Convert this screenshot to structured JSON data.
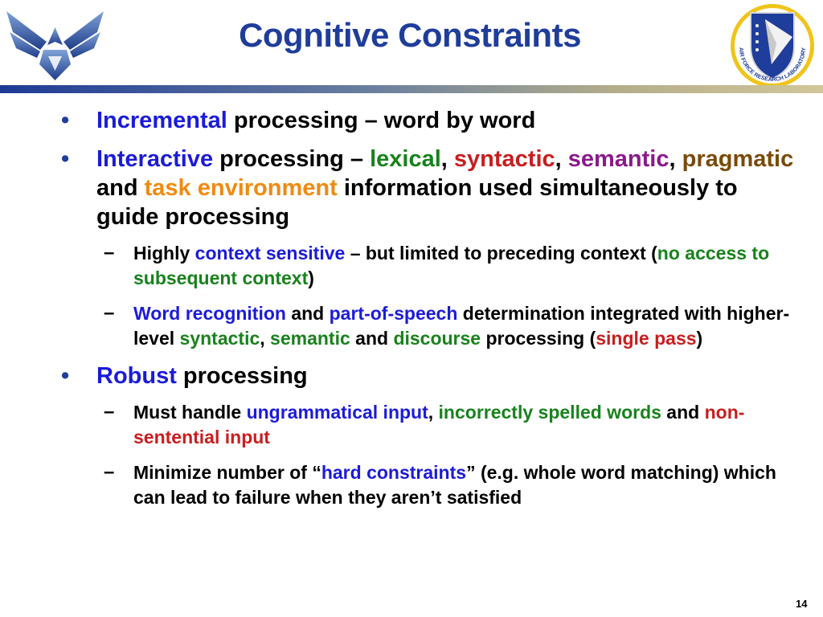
{
  "slide": {
    "title": "Cognitive Constraints",
    "page_number": "14"
  },
  "logos": {
    "left": "air-force-wings-logo",
    "right": "afrl-shield-logo",
    "right_text": "AIR FORCE RESEARCH LABORATORY"
  },
  "colors": {
    "title": "#1f3d9a",
    "blue": "#1b1bd9",
    "green": "#18821c",
    "red": "#c81e1e",
    "purple": "#8a1a8a",
    "brown": "#7a4a0a",
    "orange": "#f08a10"
  },
  "bullets": [
    {
      "marker": "•",
      "runs": [
        {
          "t": "Incremental",
          "c": "blue"
        },
        {
          "t": " processing – word by word"
        }
      ],
      "subs": []
    },
    {
      "marker": "•",
      "runs": [
        {
          "t": "Interactive",
          "c": "blue"
        },
        {
          "t": " processing – "
        },
        {
          "t": "lexical",
          "c": "green"
        },
        {
          "t": ", "
        },
        {
          "t": "syntactic",
          "c": "red"
        },
        {
          "t": ", "
        },
        {
          "t": "semantic",
          "c": "purple"
        },
        {
          "t": ", "
        },
        {
          "t": "pragmatic",
          "c": "brown"
        },
        {
          "t": " and "
        },
        {
          "t": "task environment",
          "c": "orange"
        },
        {
          "t": " information used simultaneously to guide processing"
        }
      ],
      "subs": [
        {
          "marker": "–",
          "runs": [
            {
              "t": "Highly "
            },
            {
              "t": "context sensitive",
              "c": "blue"
            },
            {
              "t": " – but limited to preceding context ("
            },
            {
              "t": "no access to subsequent context",
              "c": "green"
            },
            {
              "t": ")"
            }
          ]
        },
        {
          "marker": "–",
          "runs": [
            {
              "t": "Word recognition",
              "c": "blue"
            },
            {
              "t": " and "
            },
            {
              "t": "part-of-speech",
              "c": "blue"
            },
            {
              "t": " determination integrated with higher-level "
            },
            {
              "t": "syntactic",
              "c": "green"
            },
            {
              "t": ", "
            },
            {
              "t": "semantic",
              "c": "green"
            },
            {
              "t": " and "
            },
            {
              "t": "discourse",
              "c": "green"
            },
            {
              "t": " processing ("
            },
            {
              "t": "single pass",
              "c": "red"
            },
            {
              "t": ")"
            }
          ]
        }
      ]
    },
    {
      "marker": "•",
      "runs": [
        {
          "t": "Robust",
          "c": "blue"
        },
        {
          "t": " processing"
        }
      ],
      "subs": [
        {
          "marker": "–",
          "runs": [
            {
              "t": "Must handle "
            },
            {
              "t": "ungrammatical input",
              "c": "blue"
            },
            {
              "t": ", "
            },
            {
              "t": "incorrectly spelled words",
              "c": "green"
            },
            {
              "t": " and "
            },
            {
              "t": "non-sentential input",
              "c": "red"
            }
          ]
        },
        {
          "marker": "–",
          "runs": [
            {
              "t": "Minimize number of “"
            },
            {
              "t": "hard constraints",
              "c": "blue"
            },
            {
              "t": "” (e.g. whole word matching) which can lead to failure when they aren’t satisfied"
            }
          ]
        }
      ]
    }
  ]
}
